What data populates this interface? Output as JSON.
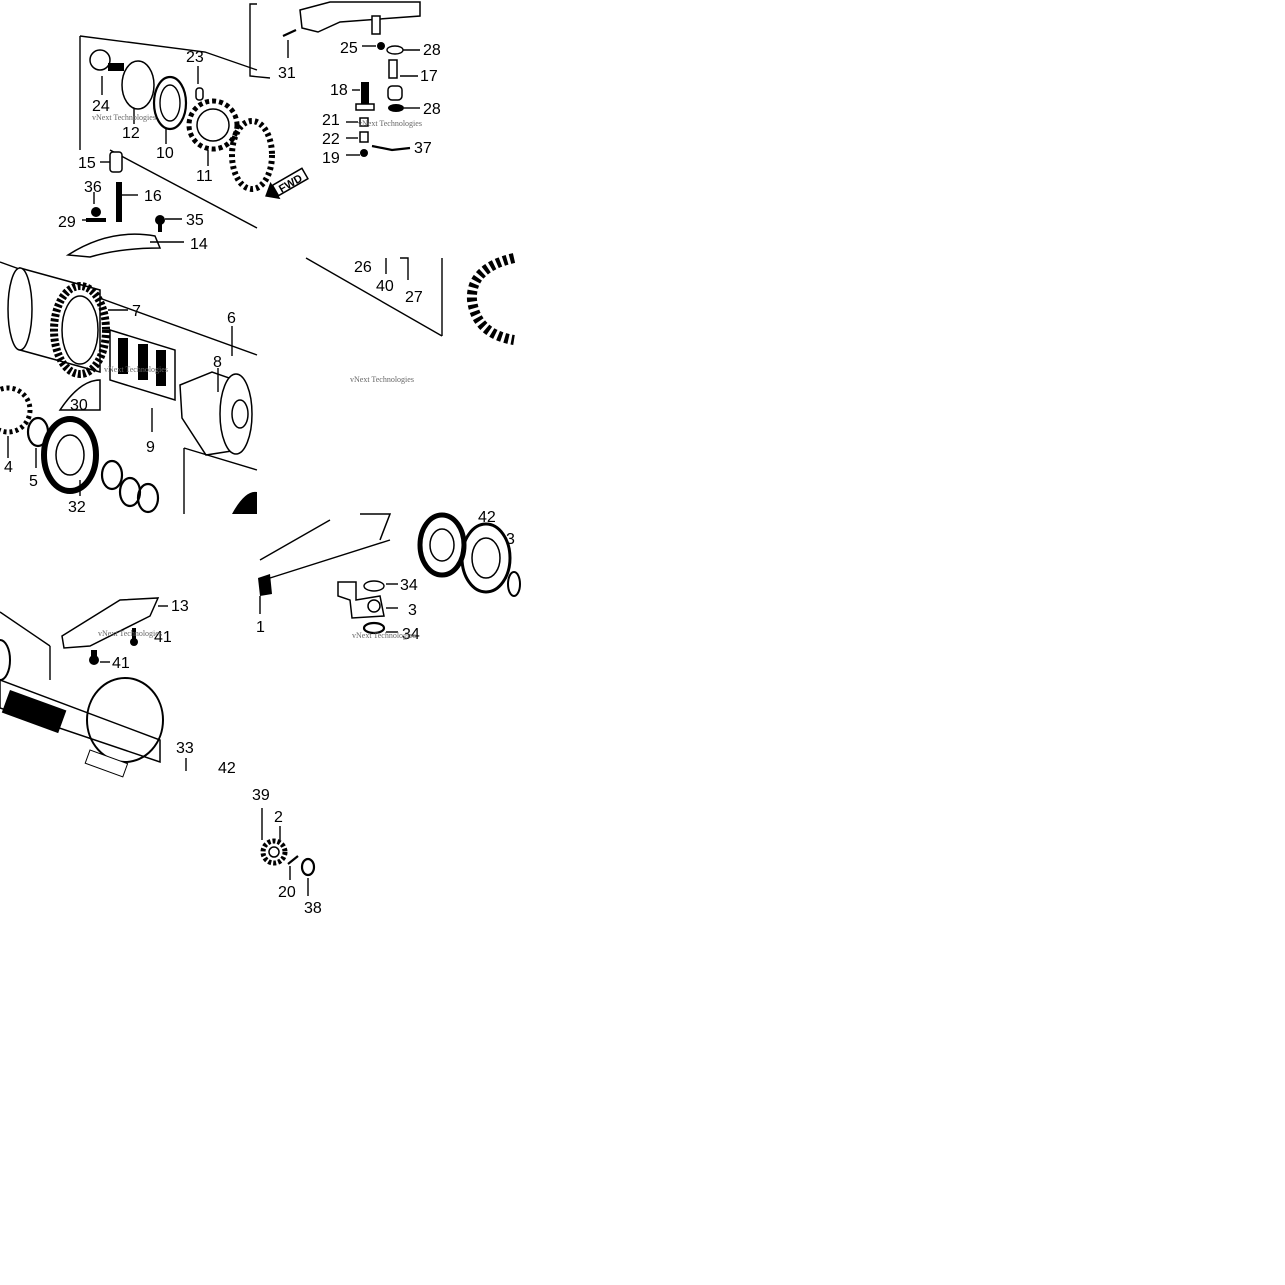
{
  "diagram": {
    "watermark": "vNext Technologies",
    "direction_label": "FWD",
    "callouts": {
      "c1": "1",
      "c2": "2",
      "c3": "3",
      "c4": "4",
      "c5": "5",
      "c6": "6",
      "c7": "7",
      "c8": "8",
      "c9": "9",
      "c10": "10",
      "c11": "11",
      "c12": "12",
      "c13": "13",
      "c14": "14",
      "c15": "15",
      "c16": "16",
      "c17": "17",
      "c18": "18",
      "c19": "19",
      "c20": "20",
      "c21": "21",
      "c22": "22",
      "c23": "23",
      "c24": "24",
      "c25": "25",
      "c26": "26",
      "c27": "27",
      "c28a": "28",
      "c28b": "28",
      "c29": "29",
      "c30": "30",
      "c31": "31",
      "c32": "32",
      "c33": "33",
      "c34a": "34",
      "c34b": "34",
      "c35": "35",
      "c36": "36",
      "c37": "37",
      "c38": "38",
      "c39": "39",
      "c40": "40",
      "c41a": "41",
      "c41b": "41",
      "c42a": "42",
      "c42b": "42",
      "c3b": "3"
    }
  }
}
